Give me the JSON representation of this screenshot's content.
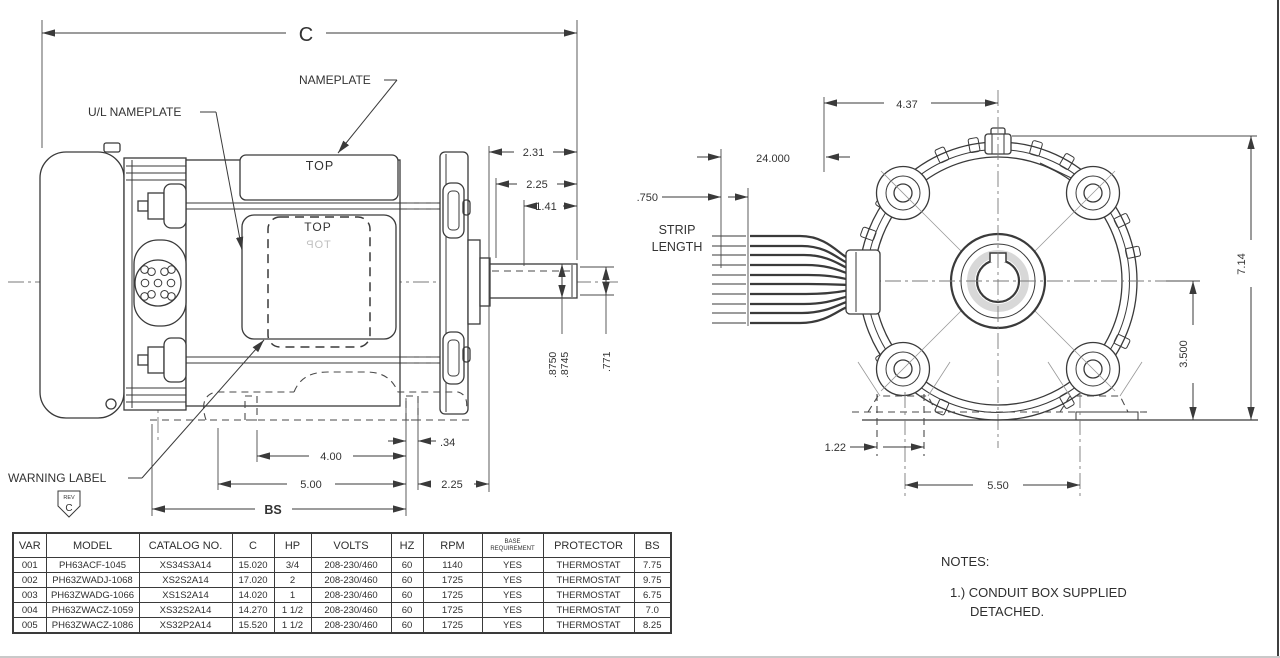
{
  "side_view": {
    "overall_dim": "C",
    "callouts": {
      "nameplate": "NAMEPLATE",
      "ul_nameplate": "U/L NAMEPLATE",
      "warning_label": "WARNING LABEL",
      "top_band": "TOP",
      "top_plate": "TOP",
      "rev_label": "REV",
      "rev_value": "C"
    },
    "dims": {
      "end_to_flange": "2.31",
      "end_to_face": "2.25",
      "shaft_len": "1.41",
      "shaft_dia_max": ".8750",
      "shaft_dia_min": ".8745",
      "shaft_flat": ".771",
      "foot_width": ".34",
      "bolt_span": "4.00",
      "base_len": "5.00",
      "overhang": "2.25",
      "base_span": "BS"
    }
  },
  "front_view": {
    "dims": {
      "top_offset": "4.37",
      "lead_length": "24.000",
      "strip": ".750",
      "height": "7.14",
      "center_height": "3.500",
      "foot_offset": "1.22",
      "foot_span": "5.50"
    },
    "labels": {
      "strip_line1": "STRIP",
      "strip_line2": "LENGTH"
    }
  },
  "notes": {
    "title": "NOTES:",
    "line1": "1.) CONDUIT BOX SUPPLIED",
    "line2": "DETACHED."
  },
  "table": {
    "headers": [
      "VAR",
      "MODEL",
      "CATALOG NO.",
      "C",
      "HP",
      "VOLTS",
      "HZ",
      "RPM",
      "BASE\nREQUIREMENT",
      "PROTECTOR",
      "BS"
    ],
    "rows": [
      [
        "001",
        "PH63ACF-1045",
        "XS34S3A14",
        "15.020",
        "3/4",
        "208-230/460",
        "60",
        "1140",
        "YES",
        "THERMOSTAT",
        "7.75"
      ],
      [
        "002",
        "PH63ZWADJ-1068",
        "XS2S2A14",
        "17.020",
        "2",
        "208-230/460",
        "60",
        "1725",
        "YES",
        "THERMOSTAT",
        "9.75"
      ],
      [
        "003",
        "PH63ZWADG-1066",
        "XS1S2A14",
        "14.020",
        "1",
        "208-230/460",
        "60",
        "1725",
        "YES",
        "THERMOSTAT",
        "6.75"
      ],
      [
        "004",
        "PH63ZWACZ-1059",
        "XS32S2A14",
        "14.270",
        "1 1/2",
        "208-230/460",
        "60",
        "1725",
        "YES",
        "THERMOSTAT",
        "7.0"
      ],
      [
        "005",
        "PH63ZWACZ-1086",
        "XS32P2A14",
        "15.520",
        "1 1/2",
        "208-230/460",
        "60",
        "1725",
        "YES",
        "THERMOSTAT",
        "8.25"
      ]
    ]
  }
}
